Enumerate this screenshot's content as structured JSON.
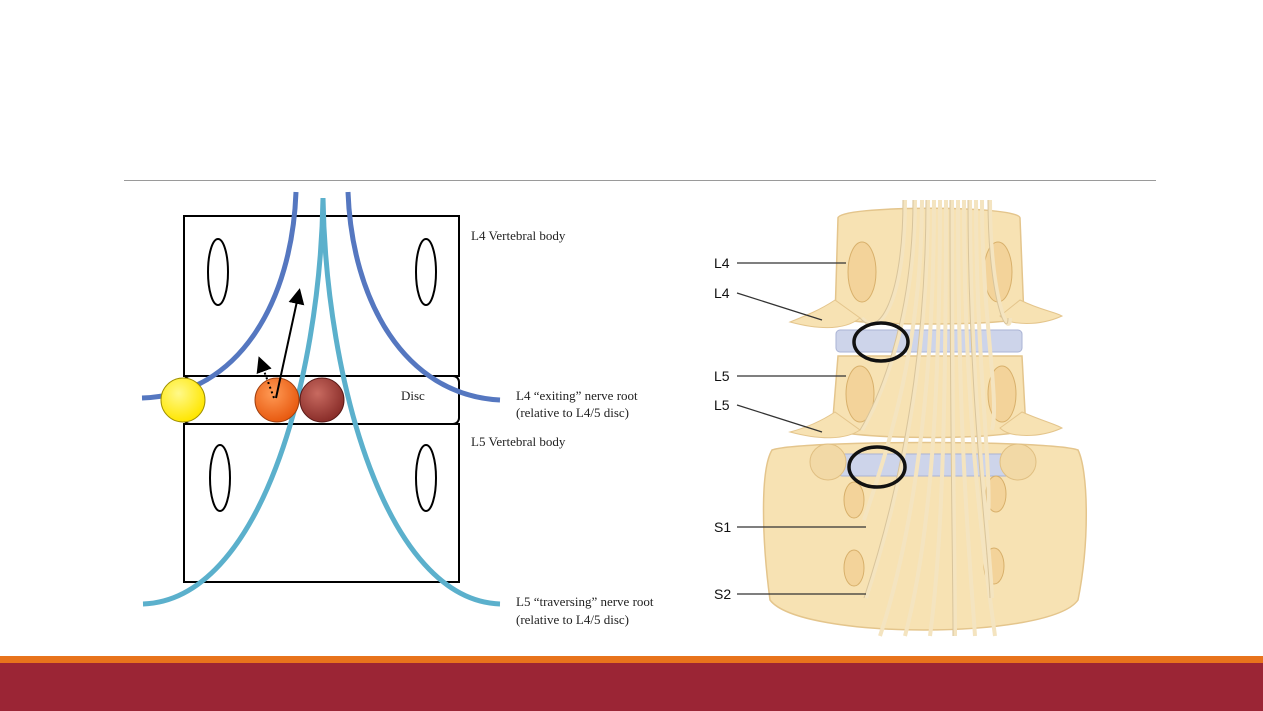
{
  "left_diagram": {
    "label_l4_body": "L4 Vertebral body",
    "label_disc": "Disc",
    "label_l4_exiting_1": "L4 “exiting” nerve root",
    "label_l4_exiting_2": "(relative to L4/5 disc)",
    "label_l5_body": "L5 Vertebral body",
    "label_l5_traversing_1": "L5 “traversing” nerve root",
    "label_l5_traversing_2": "(relative to L4/5 disc)"
  },
  "right_diagram": {
    "labels": [
      "L4",
      "L4",
      "L5",
      "L5",
      "S1",
      "S2"
    ]
  },
  "colors": {
    "exiting_root": "#5577c0",
    "traversing_root": "#5bb0cc",
    "foraminal_marker": "#ffee00",
    "paracentral_marker": "#f0641a",
    "central_marker": "#a03a36",
    "footer_band": "#9b2535",
    "footer_accent": "#e8731c",
    "bone": "#f7e2b3",
    "disc": "#cdd4ea"
  },
  "icons": [
    "solid-arrow-icon",
    "dotted-arrow-icon"
  ]
}
